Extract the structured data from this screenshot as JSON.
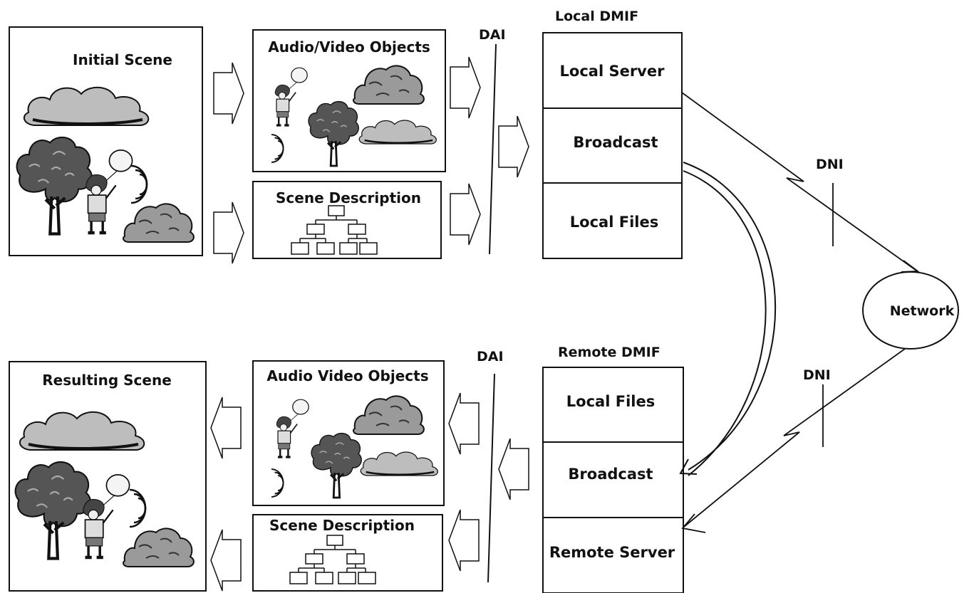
{
  "top": {
    "scene_title": "Initial Scene",
    "av_objects_title": "Audio/Video Objects",
    "scene_description_title": "Scene Description",
    "dai_label": "DAI",
    "dmif_title": "Local DMIF",
    "dmif_rows": [
      "Local Server",
      "Broadcast",
      "Local Files"
    ]
  },
  "bottom": {
    "scene_title": "Resulting Scene",
    "av_objects_title": "Audio Video Objects",
    "scene_description_title": "Scene Description",
    "dai_label": "DAI",
    "dmif_title": "Remote DMIF",
    "dmif_rows": [
      "Local Files",
      "Broadcast",
      "Remote Server"
    ]
  },
  "network": {
    "label": "Network",
    "dni_upper": "DNI",
    "dni_lower": "DNI"
  },
  "colors": {
    "line": "#111111",
    "cloud": "#bdbdbd",
    "tree": "#555555",
    "rock": "#9a9a9a"
  }
}
